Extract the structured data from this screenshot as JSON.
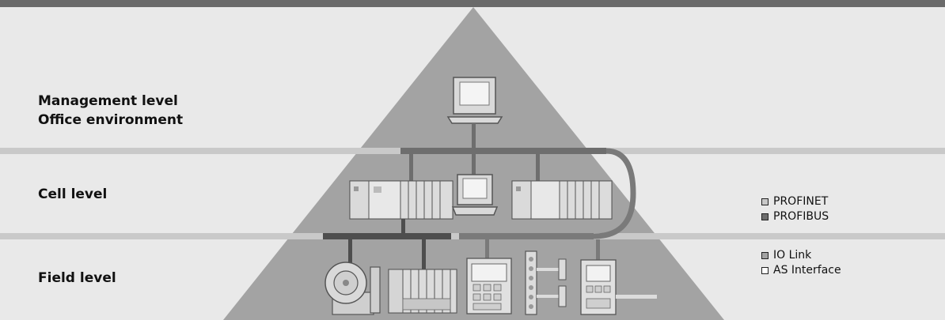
{
  "levels": {
    "management": {
      "line1": "Management level",
      "line2": "Office environment"
    },
    "cell": {
      "label": "Cell level"
    },
    "field": {
      "label": "Field level"
    }
  },
  "legend": {
    "bus": [
      {
        "label": "PROFINET",
        "color": "#c8c8c8"
      },
      {
        "label": "PROFIBUS",
        "color": "#6e6e6e"
      }
    ],
    "device": [
      {
        "label": "IO Link",
        "color": "#a2a2a2"
      },
      {
        "label": "AS Interface",
        "color": "#ffffff"
      }
    ]
  },
  "colors": {
    "background": "#e9e9e9",
    "top_bar": "#6a6a6a",
    "pyramid": "#a3a3a3",
    "divider": "#c9c9c9",
    "profinet": "#c8c8c8",
    "profibus": "#6e6e6e",
    "profinet_dark_bus": "#4e4e4e",
    "ethernet_ring": "#7a7a7a"
  }
}
